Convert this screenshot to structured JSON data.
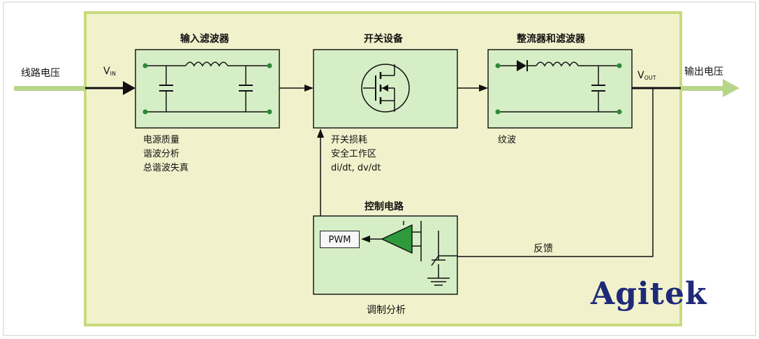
{
  "line_voltage": "线路电压",
  "output_voltage": "输出电压",
  "v_in": {
    "base": "V",
    "sub": "IN"
  },
  "v_out": {
    "base": "V",
    "sub": "OUT"
  },
  "blocks": {
    "input_filter": {
      "title": "输入滤波器",
      "notes": [
        "电源质量",
        "谐波分析",
        "总谐波失真"
      ]
    },
    "switch_device": {
      "title": "开关设备",
      "notes": [
        "开关损耗",
        "安全工作区",
        "di/dt, dv/dt"
      ]
    },
    "rectifier_filter": {
      "title": "整流器和滤波器",
      "notes": [
        "纹波"
      ]
    },
    "control_circuit": {
      "title": "控制电路",
      "pwm": "PWM",
      "caption": "调制分析"
    }
  },
  "feedback": "反馈",
  "logo": "Agitek",
  "colors": {
    "panel_fill": "#f1f2cc",
    "panel_border": "#c9da7c",
    "block_fill": "#d6eec6",
    "block_border": "#1a1a1a",
    "arrow_green": "#b7d68a",
    "amp_green": "#2f9a3c",
    "node_green": "#2c8a3a",
    "logo": "#1e2a78"
  }
}
